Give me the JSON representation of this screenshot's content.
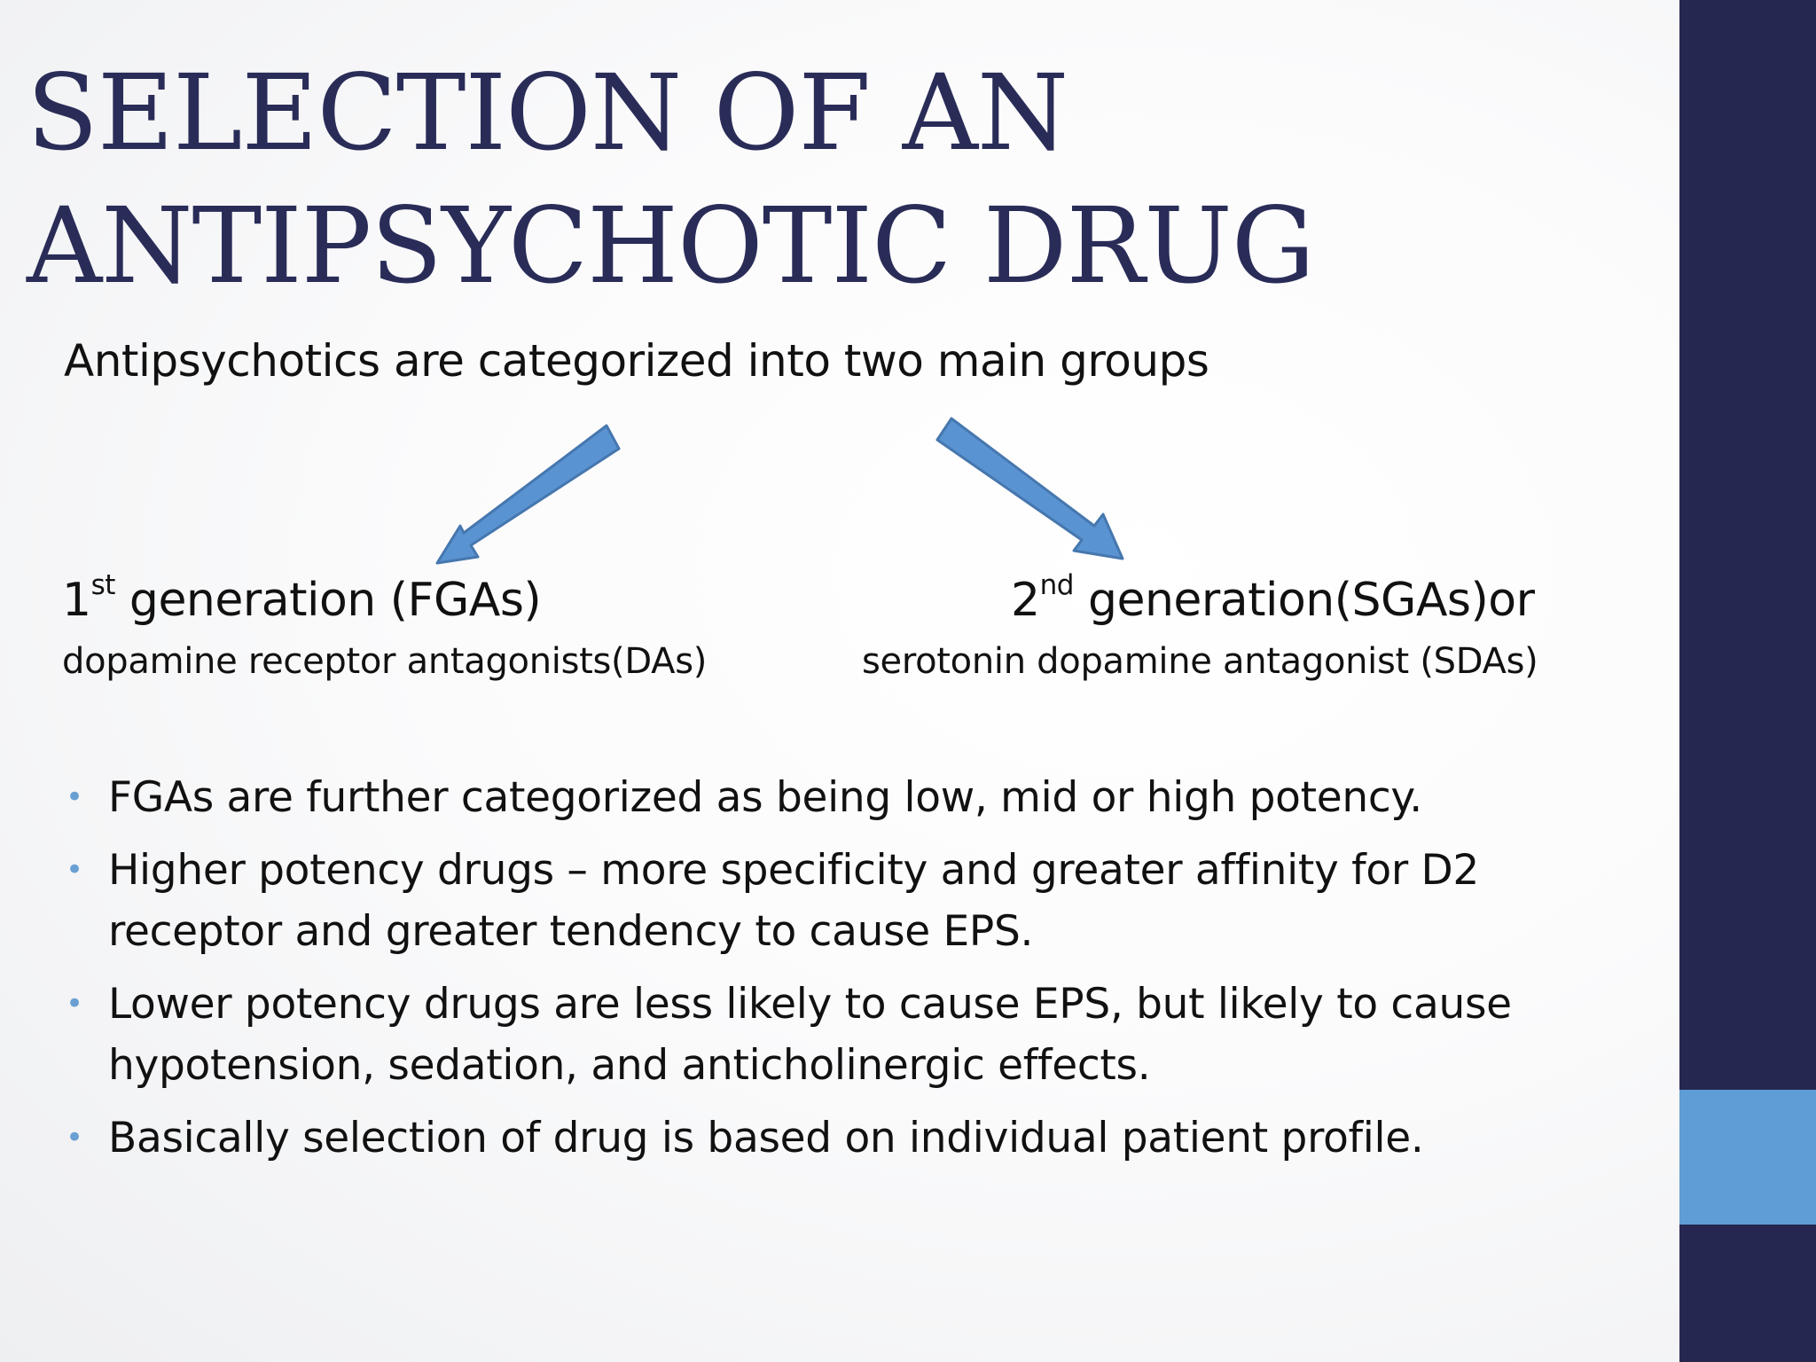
{
  "colors": {
    "title": "#2a2c58",
    "side_bar": "#262750",
    "side_accent": "#5f9dd6",
    "arrow_fill": "#5a93d1",
    "arrow_stroke": "#4677ae",
    "bullet": "#6a9fd3",
    "text": "#111111"
  },
  "slide": {
    "title": "SELECTION OF AN ANTIPSYCHOTIC DRUG",
    "intro": "Antipsychotics are categorized into two main groups",
    "first_generation": {
      "number": "1",
      "suffix": "st",
      "label": " generation (FGAs)",
      "subtitle": "dopamine receptor  antagonists(DAs)"
    },
    "second_generation": {
      "number": "2",
      "suffix": "nd",
      "label": " generation(SGAs)or",
      "subtitle": "serotonin dopamine antagonist (SDAs)"
    },
    "bullets": [
      "FGAs are further categorized as being low, mid or high potency.",
      "Higher potency drugs – more specificity and greater affinity for D2 receptor and greater tendency  to cause EPS.",
      "Lower potency drugs are less likely to cause EPS, but likely to cause hypotension, sedation, and anticholinergic effects.",
      "Basically selection of drug is based on individual patient profile."
    ],
    "bullet_symbol": "•",
    "arrow_icons": [
      "arrow-down-left-icon",
      "arrow-down-right-icon"
    ]
  }
}
